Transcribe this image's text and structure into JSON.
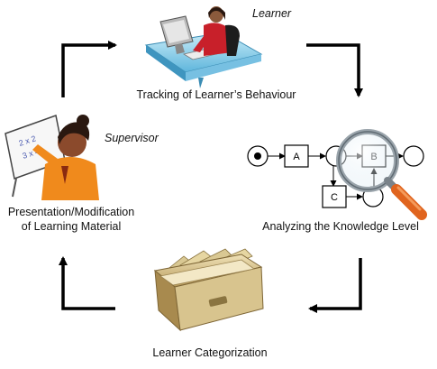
{
  "roles": {
    "learner": "Learner",
    "supervisor": "Supervisor"
  },
  "steps": {
    "tracking": "Tracking of Learner’s Behaviour",
    "analyzing": "Analyzing the Knowledge Level",
    "categorization": "Learner Categorization",
    "presentation_line1": "Presentation/Modification",
    "presentation_line2": "of Learning Material"
  },
  "petri_net": {
    "transitions": [
      "A",
      "B",
      "C"
    ]
  },
  "board_formulas": [
    "2 x 2",
    "3 x 4"
  ],
  "colors": {
    "arrow": "#000000",
    "learner_shirt": "#c8202a",
    "desk": "#8ed0ea",
    "supervisor_shirt": "#f08a1c",
    "magnifier_handle": "#e0641e",
    "drawer_wood": "#d6c08c"
  },
  "icons": [
    "learner-at-computer-icon",
    "supervisor-at-board-icon",
    "magnifier-icon",
    "card-drawer-icon"
  ]
}
